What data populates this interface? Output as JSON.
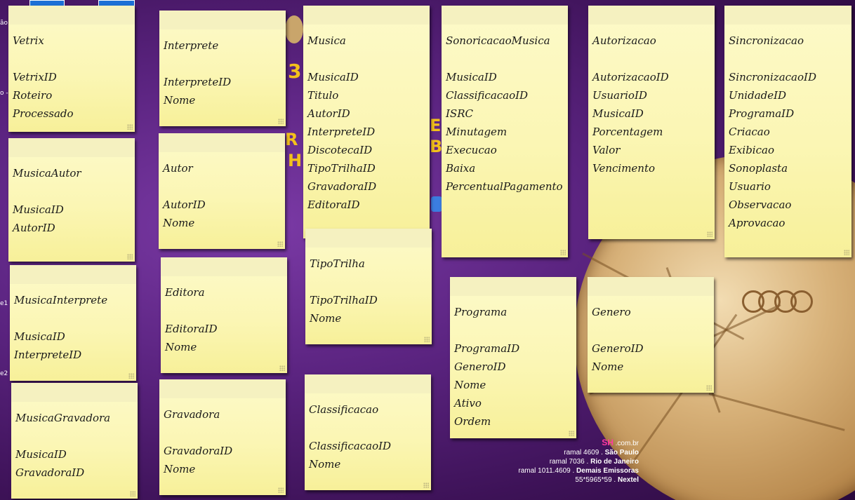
{
  "notes": [
    {
      "id": "vetrix",
      "title": "Vetrix",
      "fields": [
        "VetrixID",
        "Roteiro",
        "Processado"
      ]
    },
    {
      "id": "interprete",
      "title": "Interprete",
      "fields": [
        "InterpreteID",
        "Nome"
      ]
    },
    {
      "id": "musica",
      "title": "Musica",
      "fields": [
        "MusicaID",
        "Titulo",
        "AutorID",
        "InterpreteID",
        "DiscotecaID",
        "TipoTrilhaID",
        "GravadoraID",
        "EditoraID"
      ]
    },
    {
      "id": "sonoricacaomusica",
      "title": "SonoricacaoMusica",
      "fields": [
        "MusicaID",
        "ClassificacaoID",
        "ISRC",
        "Minutagem",
        "Execucao",
        "Baixa",
        "PercentualPagamento"
      ]
    },
    {
      "id": "autorizacao",
      "title": "Autorizacao",
      "fields": [
        "AutorizacaoID",
        "UsuarioID",
        "MusicaID",
        "Porcentagem",
        "Valor",
        "Vencimento"
      ]
    },
    {
      "id": "sincronizacao",
      "title": "Sincronizacao",
      "fields": [
        "SincronizacaoID",
        "UnidadeID",
        "ProgramaID",
        "Criacao",
        "Exibicao",
        "Sonoplasta",
        "Usuario",
        "Observacao",
        "Aprovacao"
      ]
    },
    {
      "id": "musicaautor",
      "title": "MusicaAutor",
      "fields": [
        "MusicaID",
        "AutorID"
      ]
    },
    {
      "id": "autor",
      "title": "Autor",
      "fields": [
        "AutorID",
        "Nome"
      ]
    },
    {
      "id": "tipotrilha",
      "title": "TipoTrilha",
      "fields": [
        "TipoTrilhaID",
        "Nome"
      ]
    },
    {
      "id": "musicainterprete",
      "title": "MusicaInterprete",
      "fields": [
        "MusicaID",
        "InterpreteID"
      ]
    },
    {
      "id": "editora",
      "title": "Editora",
      "fields": [
        "EditoraID",
        "Nome"
      ]
    },
    {
      "id": "programa",
      "title": "Programa",
      "fields": [
        "ProgramaID",
        "GeneroID",
        "Nome",
        "Ativo",
        "Ordem"
      ]
    },
    {
      "id": "genero",
      "title": "Genero",
      "fields": [
        "GeneroID",
        "Nome"
      ]
    },
    {
      "id": "musicagravadora",
      "title": "MusicaGravadora",
      "fields": [
        "MusicaID",
        "GravadoraID"
      ]
    },
    {
      "id": "gravadora",
      "title": "Gravadora",
      "fields": [
        "GravadoraID",
        "Nome"
      ]
    },
    {
      "id": "classificacao",
      "title": "Classificacao",
      "fields": [
        "ClassificacaoID",
        "Nome"
      ]
    }
  ],
  "wallpaper": {
    "contact_heading": "SH",
    "contact_site": ".com.br",
    "contact_lines": [
      {
        "ramal": "ramal 4609 .",
        "place": "São Paulo"
      },
      {
        "ramal": "ramal 7036 .",
        "place": "Rio de Janeiro"
      },
      {
        "ramal": "ramal 1011.4609 .",
        "place": "Demais Emissoras"
      },
      {
        "ramal": "55*5965*59 .",
        "place": "Nextel"
      }
    ],
    "desktop_labels": [
      "ão",
      "o -",
      "e1",
      "e2"
    ]
  },
  "colors": {
    "note_bg": "#fbf6b4",
    "note_topbar": "#f5f1c0",
    "wallpaper_purple": "#5a237f",
    "medal_gold": "#d8b27a"
  }
}
